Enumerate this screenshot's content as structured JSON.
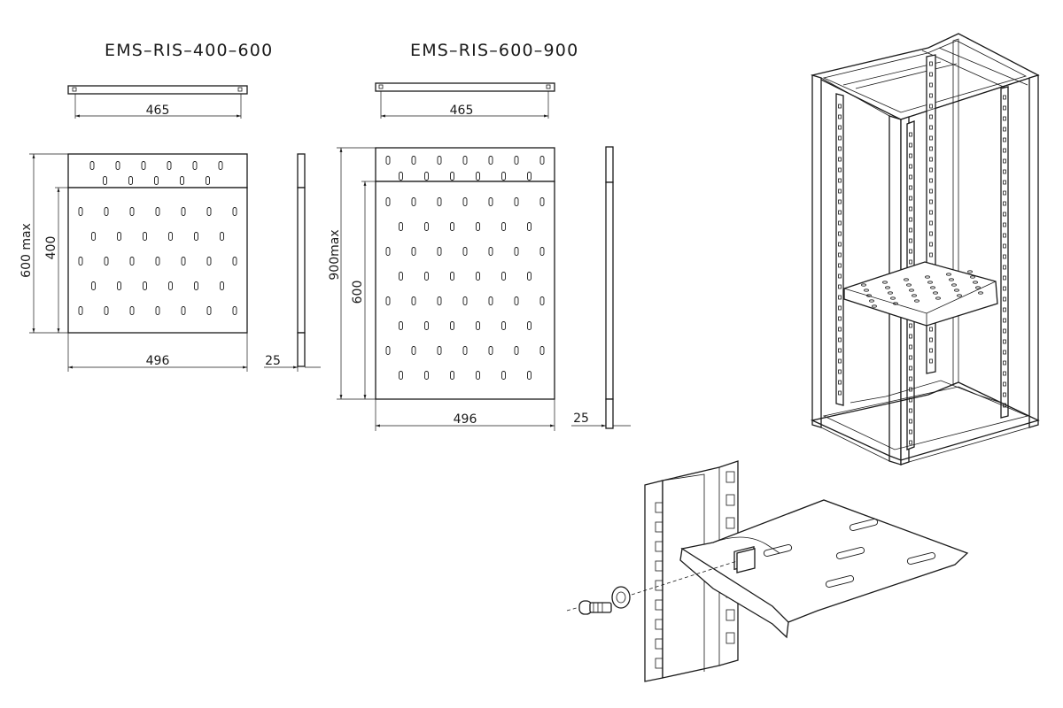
{
  "drawings": [
    {
      "title": "EMS–RIS–400–600",
      "width_top": "465",
      "depth_max": "600 max",
      "depth": "400",
      "width": "496",
      "thickness": "25"
    },
    {
      "title": "EMS–RIS–600–900",
      "width_top": "465",
      "depth_max": "900max",
      "depth": "600",
      "width": "496",
      "thickness": "25"
    }
  ],
  "views": {
    "cabinet": "rack-cabinet-isometric",
    "mounting": "shelf-mounting-detail"
  }
}
